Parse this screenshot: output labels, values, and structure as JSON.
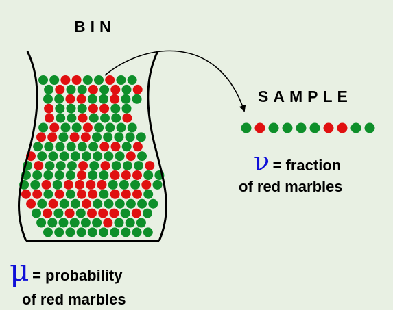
{
  "bin": {
    "title": "BIN",
    "symbol": "μ",
    "definition_line1": "= probability",
    "definition_line2": "of red marbles"
  },
  "sample": {
    "title": "SAMPLE",
    "symbol": "ν",
    "definition_line1": "= fraction",
    "definition_line2": "of red marbles",
    "marbles": [
      "green",
      "red",
      "green",
      "green",
      "green",
      "green",
      "red",
      "red",
      "green",
      "green"
    ]
  },
  "colors": {
    "red_marble": "#e01010",
    "green_marble": "#0e8f2a",
    "symbol_blue": "#1010d8",
    "background": "#e8f0e3"
  }
}
